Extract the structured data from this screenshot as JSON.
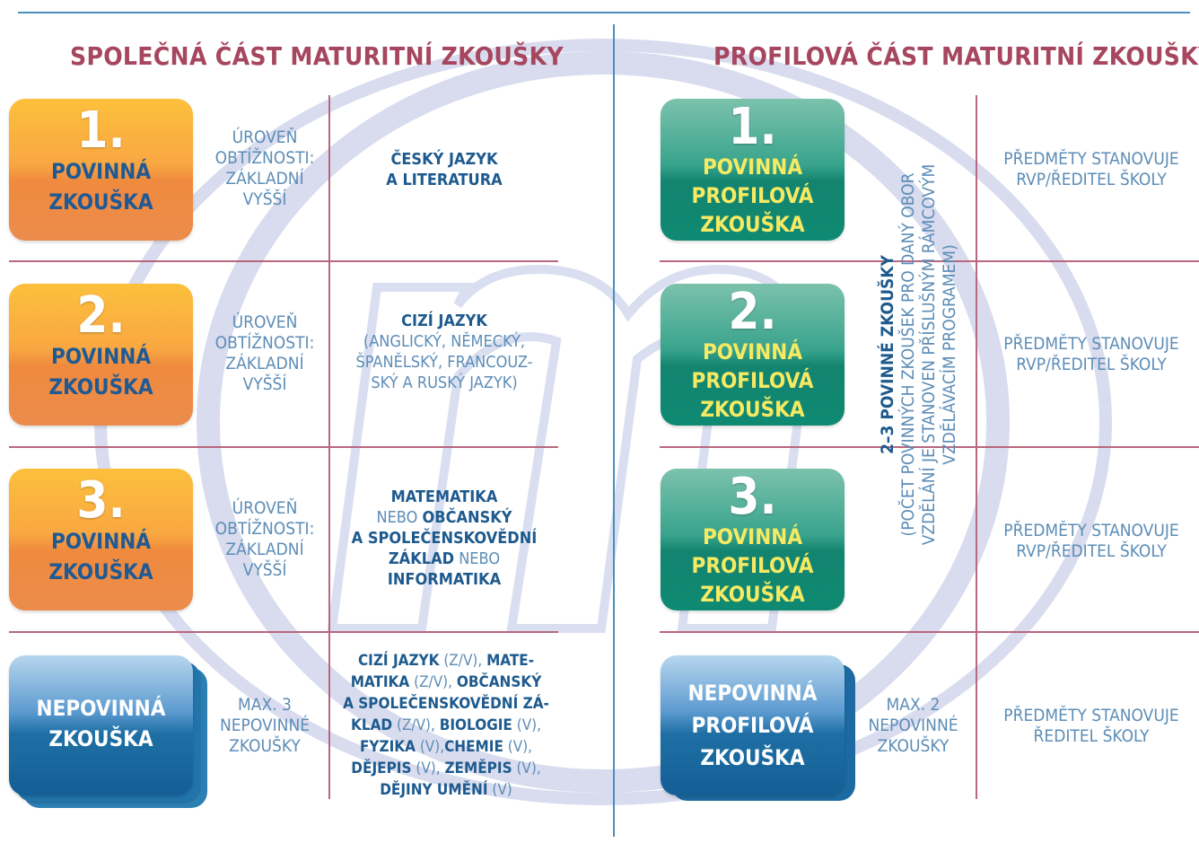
{
  "left": {
    "title": "SPOLEČNÁ ČÁST MATURITNÍ ZKOUŠKY",
    "rows": [
      {
        "card": {
          "number": "1.",
          "label1": "POVINNÁ",
          "label2": "ZKOUŠKA"
        },
        "level": [
          "ÚROVEŇ",
          "OBTÍŽNOSTI:",
          "ZÁKLADNÍ",
          "VYŠŠÍ"
        ],
        "subject": {
          "line1": "ČESKÝ JAZYK",
          "line2": "A LITERATURA"
        }
      },
      {
        "card": {
          "number": "2.",
          "label1": "POVINNÁ",
          "label2": "ZKOUŠKA"
        },
        "level": [
          "ÚROVEŇ",
          "OBTÍŽNOSTI:",
          "ZÁKLADNÍ",
          "VYŠŠÍ"
        ],
        "subject": {
          "line1": "CIZÍ JAZYK",
          "line2": "(ANGLICKÝ, NĚMECKÝ,",
          "line3": "ŠPANĚLSKÝ, FRANCOUZ-",
          "line4": "SKÝ A RUSKÝ JAZYK)"
        }
      },
      {
        "card": {
          "number": "3.",
          "label1": "POVINNÁ",
          "label2": "ZKOUŠKA"
        },
        "level": [
          "ÚROVEŇ",
          "OBTÍŽNOSTI:",
          "ZÁKLADNÍ",
          "VYŠŠÍ"
        ],
        "subject": {
          "l1": "MATEMATIKA",
          "l2a": "NEBO ",
          "l2b": "OBČANSKÝ",
          "l3": "A SPOLEČENSKOVĚDNÍ",
          "l4a": "ZÁKLAD",
          "l4b": " NEBO",
          "l5": "INFORMATIKA"
        }
      }
    ],
    "optional": {
      "card": {
        "label1": "NEPOVINNÁ",
        "label2": "ZKOUŠKA"
      },
      "level": [
        "MAX. 3",
        "NEPOVINNÉ",
        "ZKOUŠKY"
      ],
      "subject": {
        "s1a": "CIZÍ JAZYK",
        "s1b": " (Z/V), ",
        "s1c": "MATE-",
        "s2a": "MATIKA",
        "s2b": " (Z/V), ",
        "s2c": "OBČANSKÝ",
        "s3": "A SPOLEČENSKOVĚDNÍ ZÁ-",
        "s4a": "KLAD",
        "s4b": " (Z/V), ",
        "s4c": "BIOLOGIE",
        "s4d": " (V),",
        "s5a": "FYZIKA",
        "s5b": " (V),",
        "s5c": "CHEMIE",
        "s5d": " (V),",
        "s6a": "DĚJEPIS",
        "s6b": " (V), ",
        "s6c": "ZEMĚPIS",
        "s6d": " (V),",
        "s7a": "DĚJINY UMĚNÍ",
        "s7b": " (V)"
      }
    }
  },
  "right": {
    "title": "PROFILOVÁ ČÁST MATURITNÍ ZKOUŠKY",
    "rows": [
      {
        "card": {
          "number": "1.",
          "label1": "POVINNÁ",
          "label2": "PROFILOVÁ",
          "label3": "ZKOUŠKA"
        },
        "text": [
          "PŘEDMĚTY STANOVUJE",
          "RVP/ŘEDITEL ŠKOLY"
        ]
      },
      {
        "card": {
          "number": "2.",
          "label1": "POVINNÁ",
          "label2": "PROFILOVÁ",
          "label3": "ZKOUŠKA"
        },
        "text": [
          "PŘEDMĚTY STANOVUJE",
          "RVP/ŘEDITEL ŠKOLY"
        ]
      },
      {
        "card": {
          "number": "3.",
          "label1": "POVINNÁ",
          "label2": "PROFILOVÁ",
          "label3": "ZKOUŠKA"
        },
        "text": [
          "PŘEDMĚTY STANOVUJE",
          "RVP/ŘEDITEL ŠKOLY"
        ]
      }
    ],
    "vertical": {
      "bold": "2–3 POVINNÉ ZKOUŠKY",
      "l1": "(POČET POVINNÝCH ZKOUŠEK PRO DANÝ OBOR",
      "l2": "VZDĚLÁNÍ JE STANOVEN PŘÍSLUŠNÝM RÁMCOVÝM",
      "l3": "VZDĚLÁVACÍM PROGRAMEM)"
    },
    "optional": {
      "card": {
        "label1": "NEPOVINNÁ",
        "label2": "PROFILOVÁ",
        "label3": "ZKOUŠKA"
      },
      "level": [
        "MAX. 2",
        "NEPOVINNÉ",
        "ZKOUŠKY"
      ],
      "text": [
        "PŘEDMĚTY STANOVUJE",
        "ŘEDITEL ŠKOLY"
      ]
    }
  }
}
